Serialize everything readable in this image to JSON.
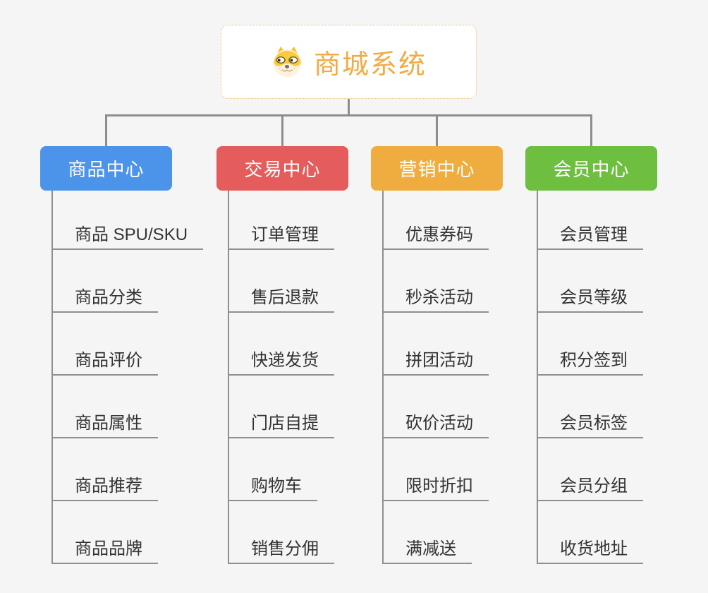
{
  "root": {
    "label": "商城系统",
    "icon": "dog-face-icon",
    "text_color": "#f0ac44",
    "border_color": "#f2bb63"
  },
  "connector_color": "#8d8d8d",
  "background_color": "#f5f5f6",
  "branches": [
    {
      "label": "商品中心",
      "color": "#4c94e9",
      "children": [
        "商品 SPU/SKU",
        "商品分类",
        "商品评价",
        "商品属性",
        "商品推荐",
        "商品品牌"
      ]
    },
    {
      "label": "交易中心",
      "color": "#e55c5c",
      "children": [
        "订单管理",
        "售后退款",
        "快递发货",
        "门店自提",
        "购物车",
        "销售分佣"
      ]
    },
    {
      "label": "营销中心",
      "color": "#efad40",
      "children": [
        "优惠券码",
        "秒杀活动",
        "拼团活动",
        "砍价活动",
        "限时折扣",
        "满减送"
      ]
    },
    {
      "label": "会员中心",
      "color": "#6ebe40",
      "children": [
        "会员管理",
        "会员等级",
        "积分签到",
        "会员标签",
        "会员分组",
        "收货地址"
      ]
    }
  ]
}
